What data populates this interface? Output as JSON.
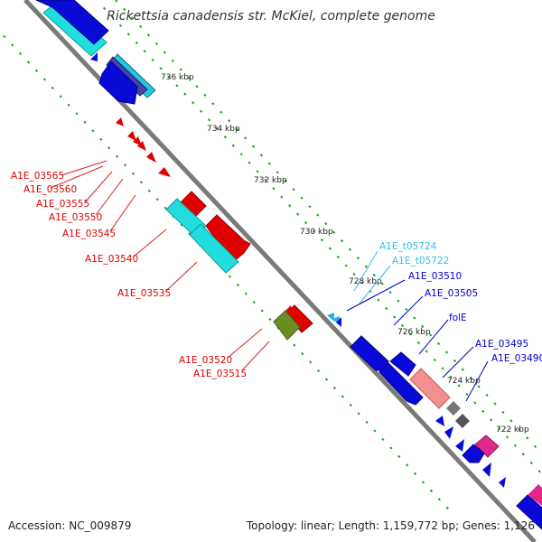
{
  "title": "Rickettsia canadensis str. McKiel, complete genome",
  "footer": {
    "accession": "Accession: NC_009879",
    "summary": "Topology: linear; Length: 1,159,772 bp; Genes: 1,126"
  },
  "colors": {
    "backbone": "#888888",
    "tick_dots": "#14a014",
    "cds_forward": "#e00000",
    "cds_reverse": "#0000dd",
    "trna": "#2ab0e6",
    "rrna": "#22dddd",
    "pink": "#f48f8f",
    "magenta": "#e0288a",
    "olive": "#6b8e23",
    "gray": "#777777"
  },
  "ticks": [
    "736 kbp",
    "734 kbp",
    "732 kbp",
    "730 kbp",
    "728 kbp",
    "726 kbp",
    "724 kbp",
    "722 kbp"
  ],
  "gene_labels": {
    "left": [
      "A1E_03565",
      "A1E_03560",
      "A1E_03555",
      "A1E_03550",
      "A1E_03545",
      "A1E_03540",
      "A1E_03535",
      "A1E_03520",
      "A1E_03515"
    ],
    "right": [
      "A1E_t05724",
      "A1E_t05722",
      "A1E_03510",
      "A1E_03505",
      "folE",
      "A1E_03495",
      "A1E_03490"
    ]
  }
}
